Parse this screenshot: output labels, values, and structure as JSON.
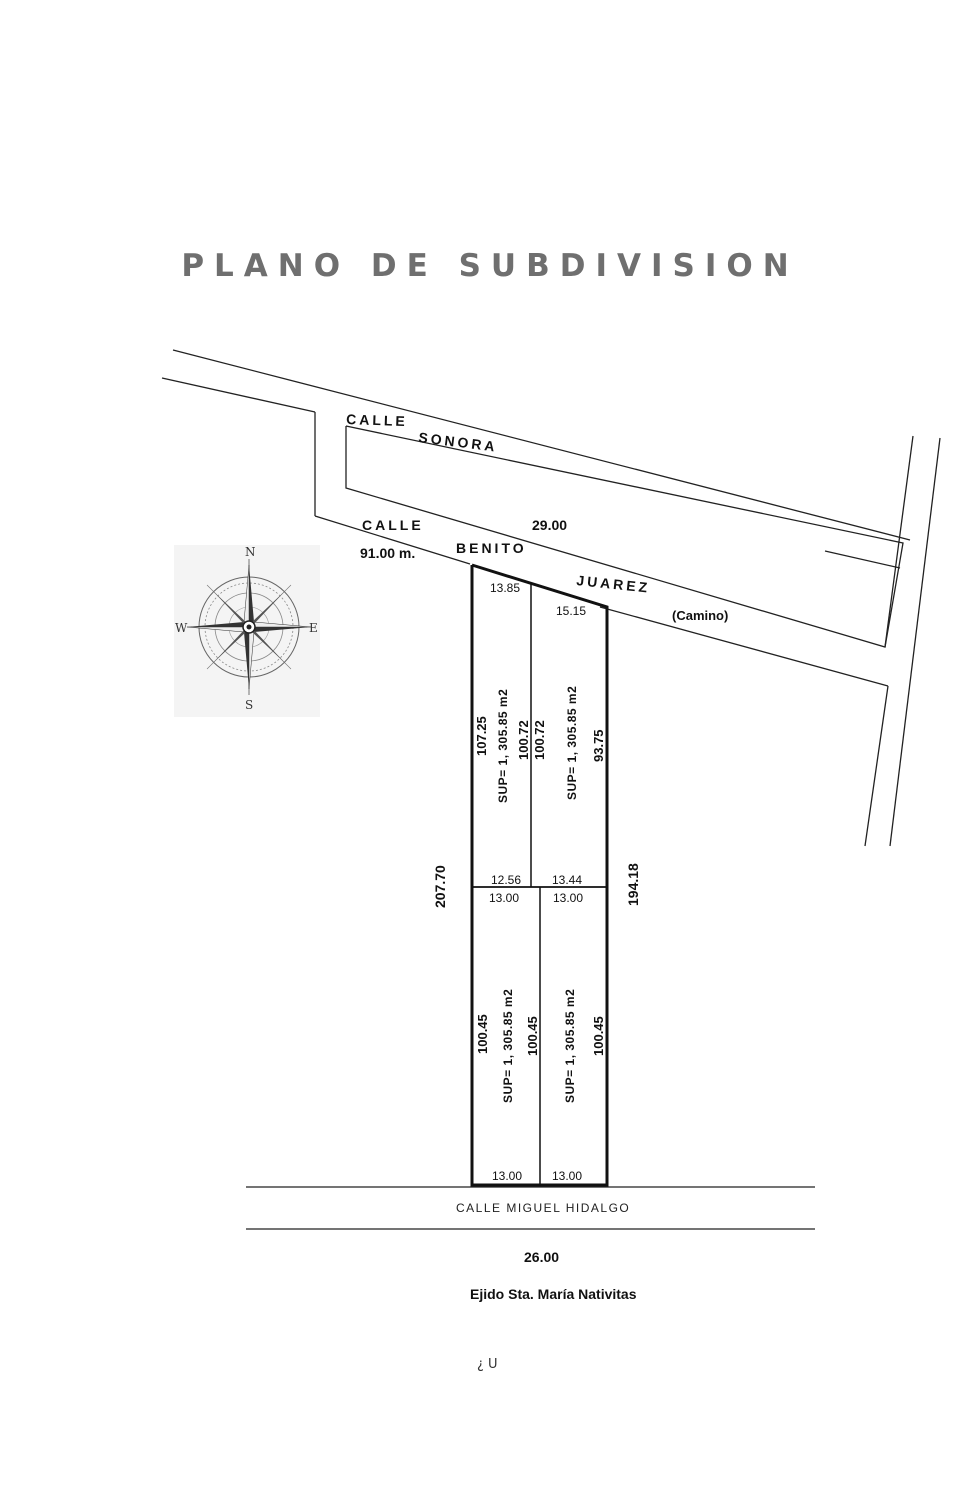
{
  "title": "PLANO DE SUBDIVISION",
  "streets": {
    "calle_label_1": "CALLE",
    "sonora": "SONORA",
    "calle_label_2": "CALLE",
    "benito": "BENITO",
    "juarez": "JUAREZ",
    "camino": "(Camino)",
    "miguel_hidalgo": "CALLE MIGUEL HIDALGO"
  },
  "dimensions": {
    "frontage_29": "29.00",
    "frontage_91": "91.00 m.",
    "left_total": "207.70",
    "right_total": "194.18",
    "bottom_total": "26.00"
  },
  "lots": [
    {
      "top": "13.85",
      "bottom": "12.56",
      "left_side": "107.25",
      "right_side": "100.72",
      "area": "SUP= 1, 305.85 m2"
    },
    {
      "top": "15.15",
      "bottom": "13.44",
      "left_side": "100.72",
      "right_side": "93.75",
      "area": "SUP= 1, 305.85 m2"
    },
    {
      "top": "13.00",
      "bottom": "13.00",
      "left_side": "100.45",
      "right_side": "100.45",
      "area": "SUP= 1, 305.85 m2"
    },
    {
      "top": "13.00",
      "bottom": "13.00",
      "left_side": "100.45",
      "right_side": "100.45",
      "area": "SUP= 1, 305.85 m2"
    }
  ],
  "compass": {
    "n": "N",
    "s": "S",
    "e": "E",
    "w": "W"
  },
  "location": "Ejido Sta. María Nativitas",
  "page_footer": "¿ U"
}
